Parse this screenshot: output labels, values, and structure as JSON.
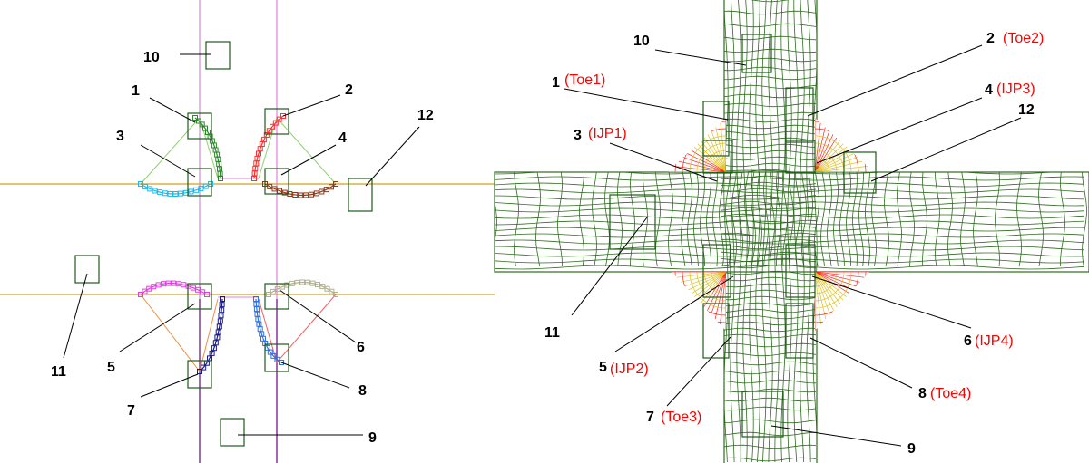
{
  "left_labels": {
    "l1": "1",
    "l2": "2",
    "l3": "3",
    "l4": "4",
    "l5": "5",
    "l6": "6",
    "l7": "7",
    "l8": "8",
    "l9": "9",
    "l10": "10",
    "l11": "11",
    "l12": "12"
  },
  "right_labels": {
    "r1": "1",
    "r2": "2",
    "r3": "3",
    "r4": "4",
    "r5": "5",
    "r6": "6",
    "r7": "7",
    "r8": "8",
    "r9": "9",
    "r10": "10",
    "r11": "11",
    "r12": "12"
  },
  "right_tags": {
    "t1": "(Toe1)",
    "t2": "(Toe2)",
    "t3": "(IJP1)",
    "t4": "(IJP3)",
    "t5": "(IJP2)",
    "t6": "(IJP4)",
    "t7": "(Toe3)",
    "t8": "(Toe4)"
  },
  "colors": {
    "mesh": "#2e6b1e",
    "box": "#1f5c1a",
    "plate_line": "#d4a017",
    "web_line": "#e080e0",
    "weld_red": "#ff2020",
    "weld_yellow": "#e0c020",
    "path_green": "#2a8a2a",
    "path_red": "#ff3030",
    "path_cyan": "#20b8e8",
    "path_brown": "#8b3a1a",
    "path_magenta": "#e040e0",
    "path_grey": "#b0b090",
    "path_navy": "#1a1a8a",
    "path_blue": "#3070e0"
  }
}
